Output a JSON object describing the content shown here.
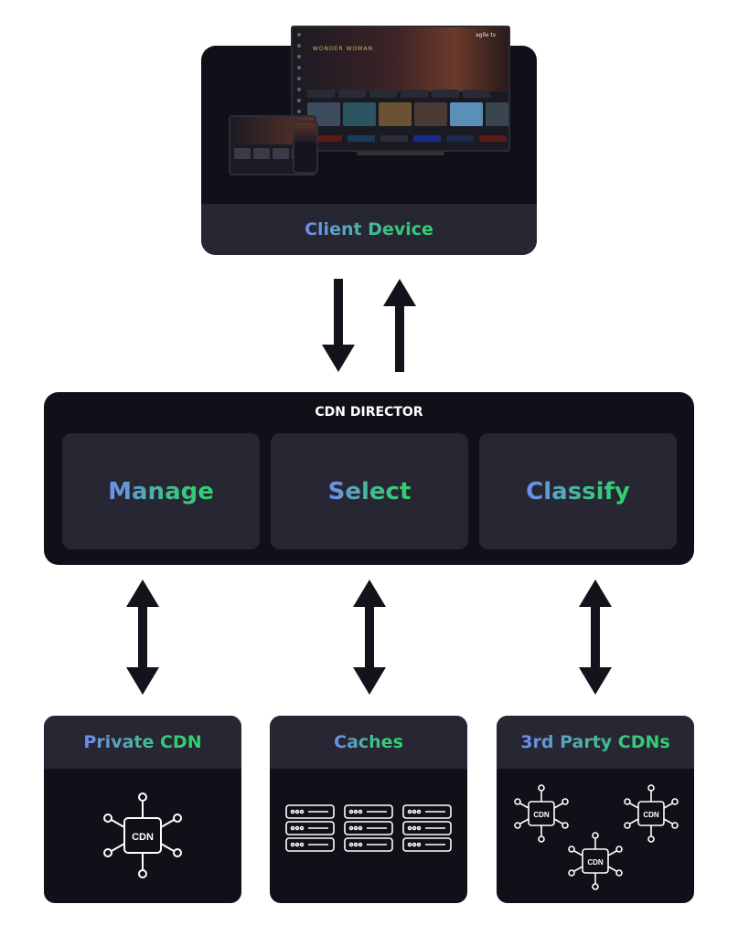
{
  "client_device": {
    "label": "Client Device",
    "tv": {
      "title": "WONDER WOMAN",
      "brand": "agile tv"
    }
  },
  "director": {
    "title": "CDN DIRECTOR",
    "boxes": [
      {
        "label": "Manage"
      },
      {
        "label": "Select"
      },
      {
        "label": "Classify"
      }
    ]
  },
  "destinations": [
    {
      "label": "Private CDN",
      "icon": "cdn-node-icon",
      "node_label": "CDN"
    },
    {
      "label": "Caches",
      "icon": "server-rack-icon"
    },
    {
      "label": "3rd Party CDNs",
      "icon": "cdn-node-icon",
      "node_labels": [
        "CDN",
        "CDN",
        "CDN"
      ]
    }
  ],
  "colors": {
    "dark_panel": "#101019",
    "box": "#272733",
    "gradient_start": "#6f8cf0",
    "gradient_end": "#2fd36b",
    "arrow": "#13131c"
  }
}
